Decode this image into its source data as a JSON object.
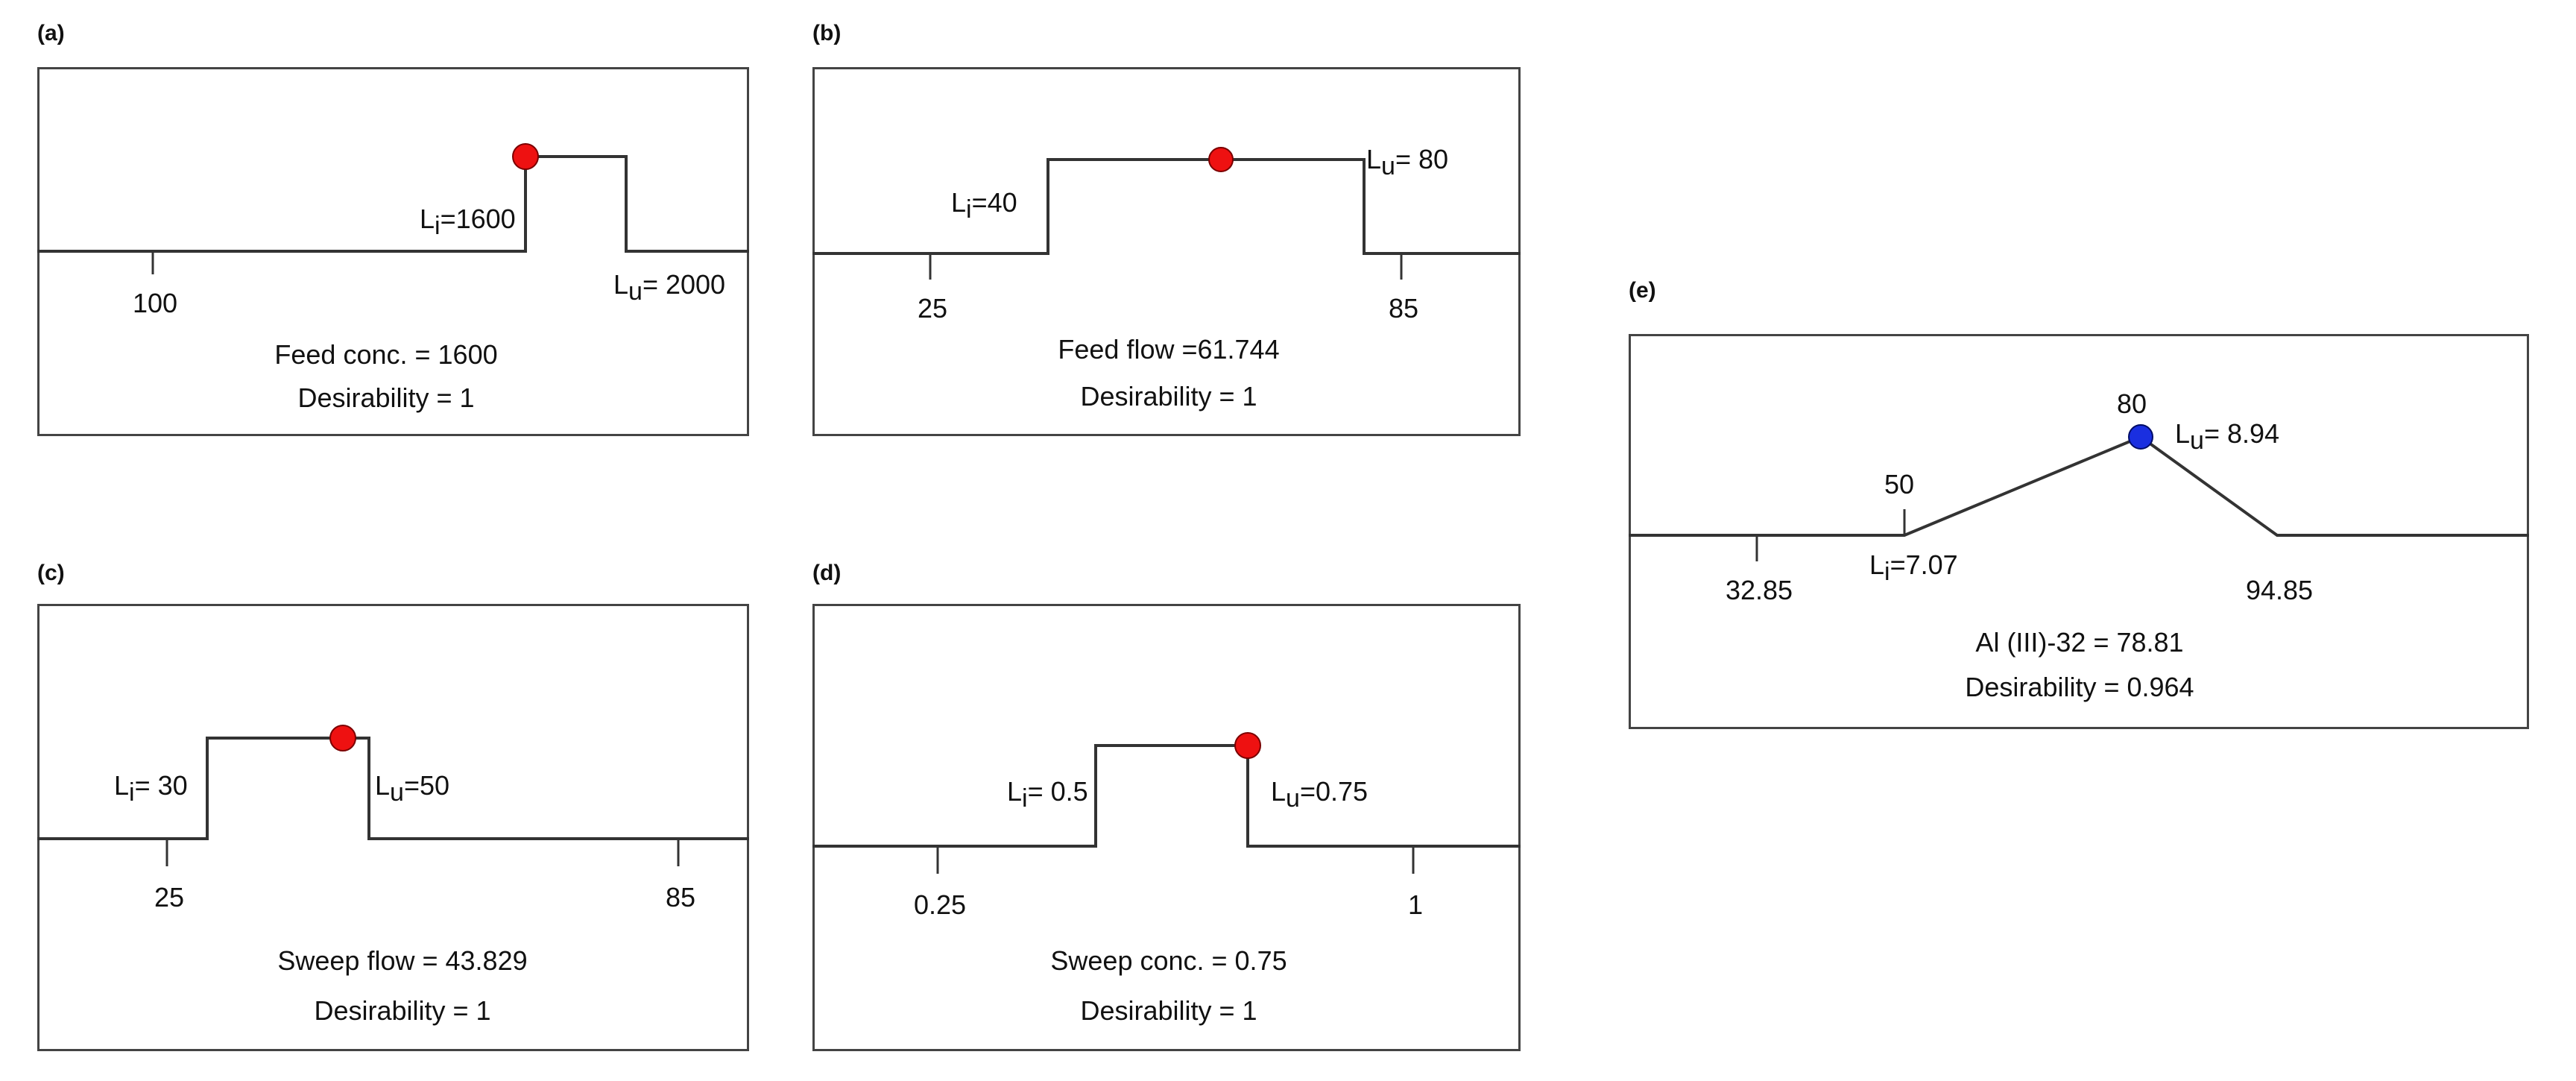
{
  "panels": [
    {
      "label": "(a)",
      "left_tick": "100",
      "right_tick": "",
      "lower_prefix": "L",
      "lower_sub": "i",
      "lower_value": "=1600",
      "upper_prefix": "L",
      "upper_sub": "u",
      "upper_value": "= 2000",
      "factor": "Feed conc. = 1600",
      "desirability": "Desirability = 1"
    },
    {
      "label": "(b)",
      "left_tick": "25",
      "right_tick": "85",
      "lower_prefix": "L",
      "lower_sub": "i",
      "lower_value": "=40",
      "upper_prefix": "L",
      "upper_sub": "u",
      "upper_value": "= 80",
      "factor": "Feed flow =61.744",
      "desirability": "Desirability = 1"
    },
    {
      "label": "(c)",
      "left_tick": "25",
      "right_tick": "85",
      "lower_prefix": "L",
      "lower_sub": "i",
      "lower_value": "= 30",
      "upper_prefix": "L",
      "upper_sub": "u",
      "upper_value": "=50",
      "factor": "Sweep flow = 43.829",
      "desirability": "Desirability = 1"
    },
    {
      "label": "(d)",
      "left_tick": "0.25",
      "right_tick": "1",
      "lower_prefix": "L",
      "lower_sub": "i",
      "lower_value": "= 0.5",
      "upper_prefix": "L",
      "upper_sub": "u",
      "upper_value": "=0.75",
      "factor": "Sweep conc. = 0.75",
      "desirability": "Desirability = 1"
    },
    {
      "label": "(e)",
      "left_tick": "32.85",
      "right_tick": "94.85",
      "lower_prefix": "L",
      "lower_sub": "i",
      "lower_value": "=7.07",
      "upper_prefix": "L",
      "upper_sub": "u",
      "upper_value": "= 8.94",
      "low_target": "50",
      "high_target": "80",
      "factor": "Al (III)-32 = 78.81",
      "desirability": "Desirability = 0.964"
    }
  ],
  "colors": {
    "point_red": "#ee1111",
    "point_blue": "#1a2fe0",
    "line": "#333333",
    "frame": "#444444"
  }
}
